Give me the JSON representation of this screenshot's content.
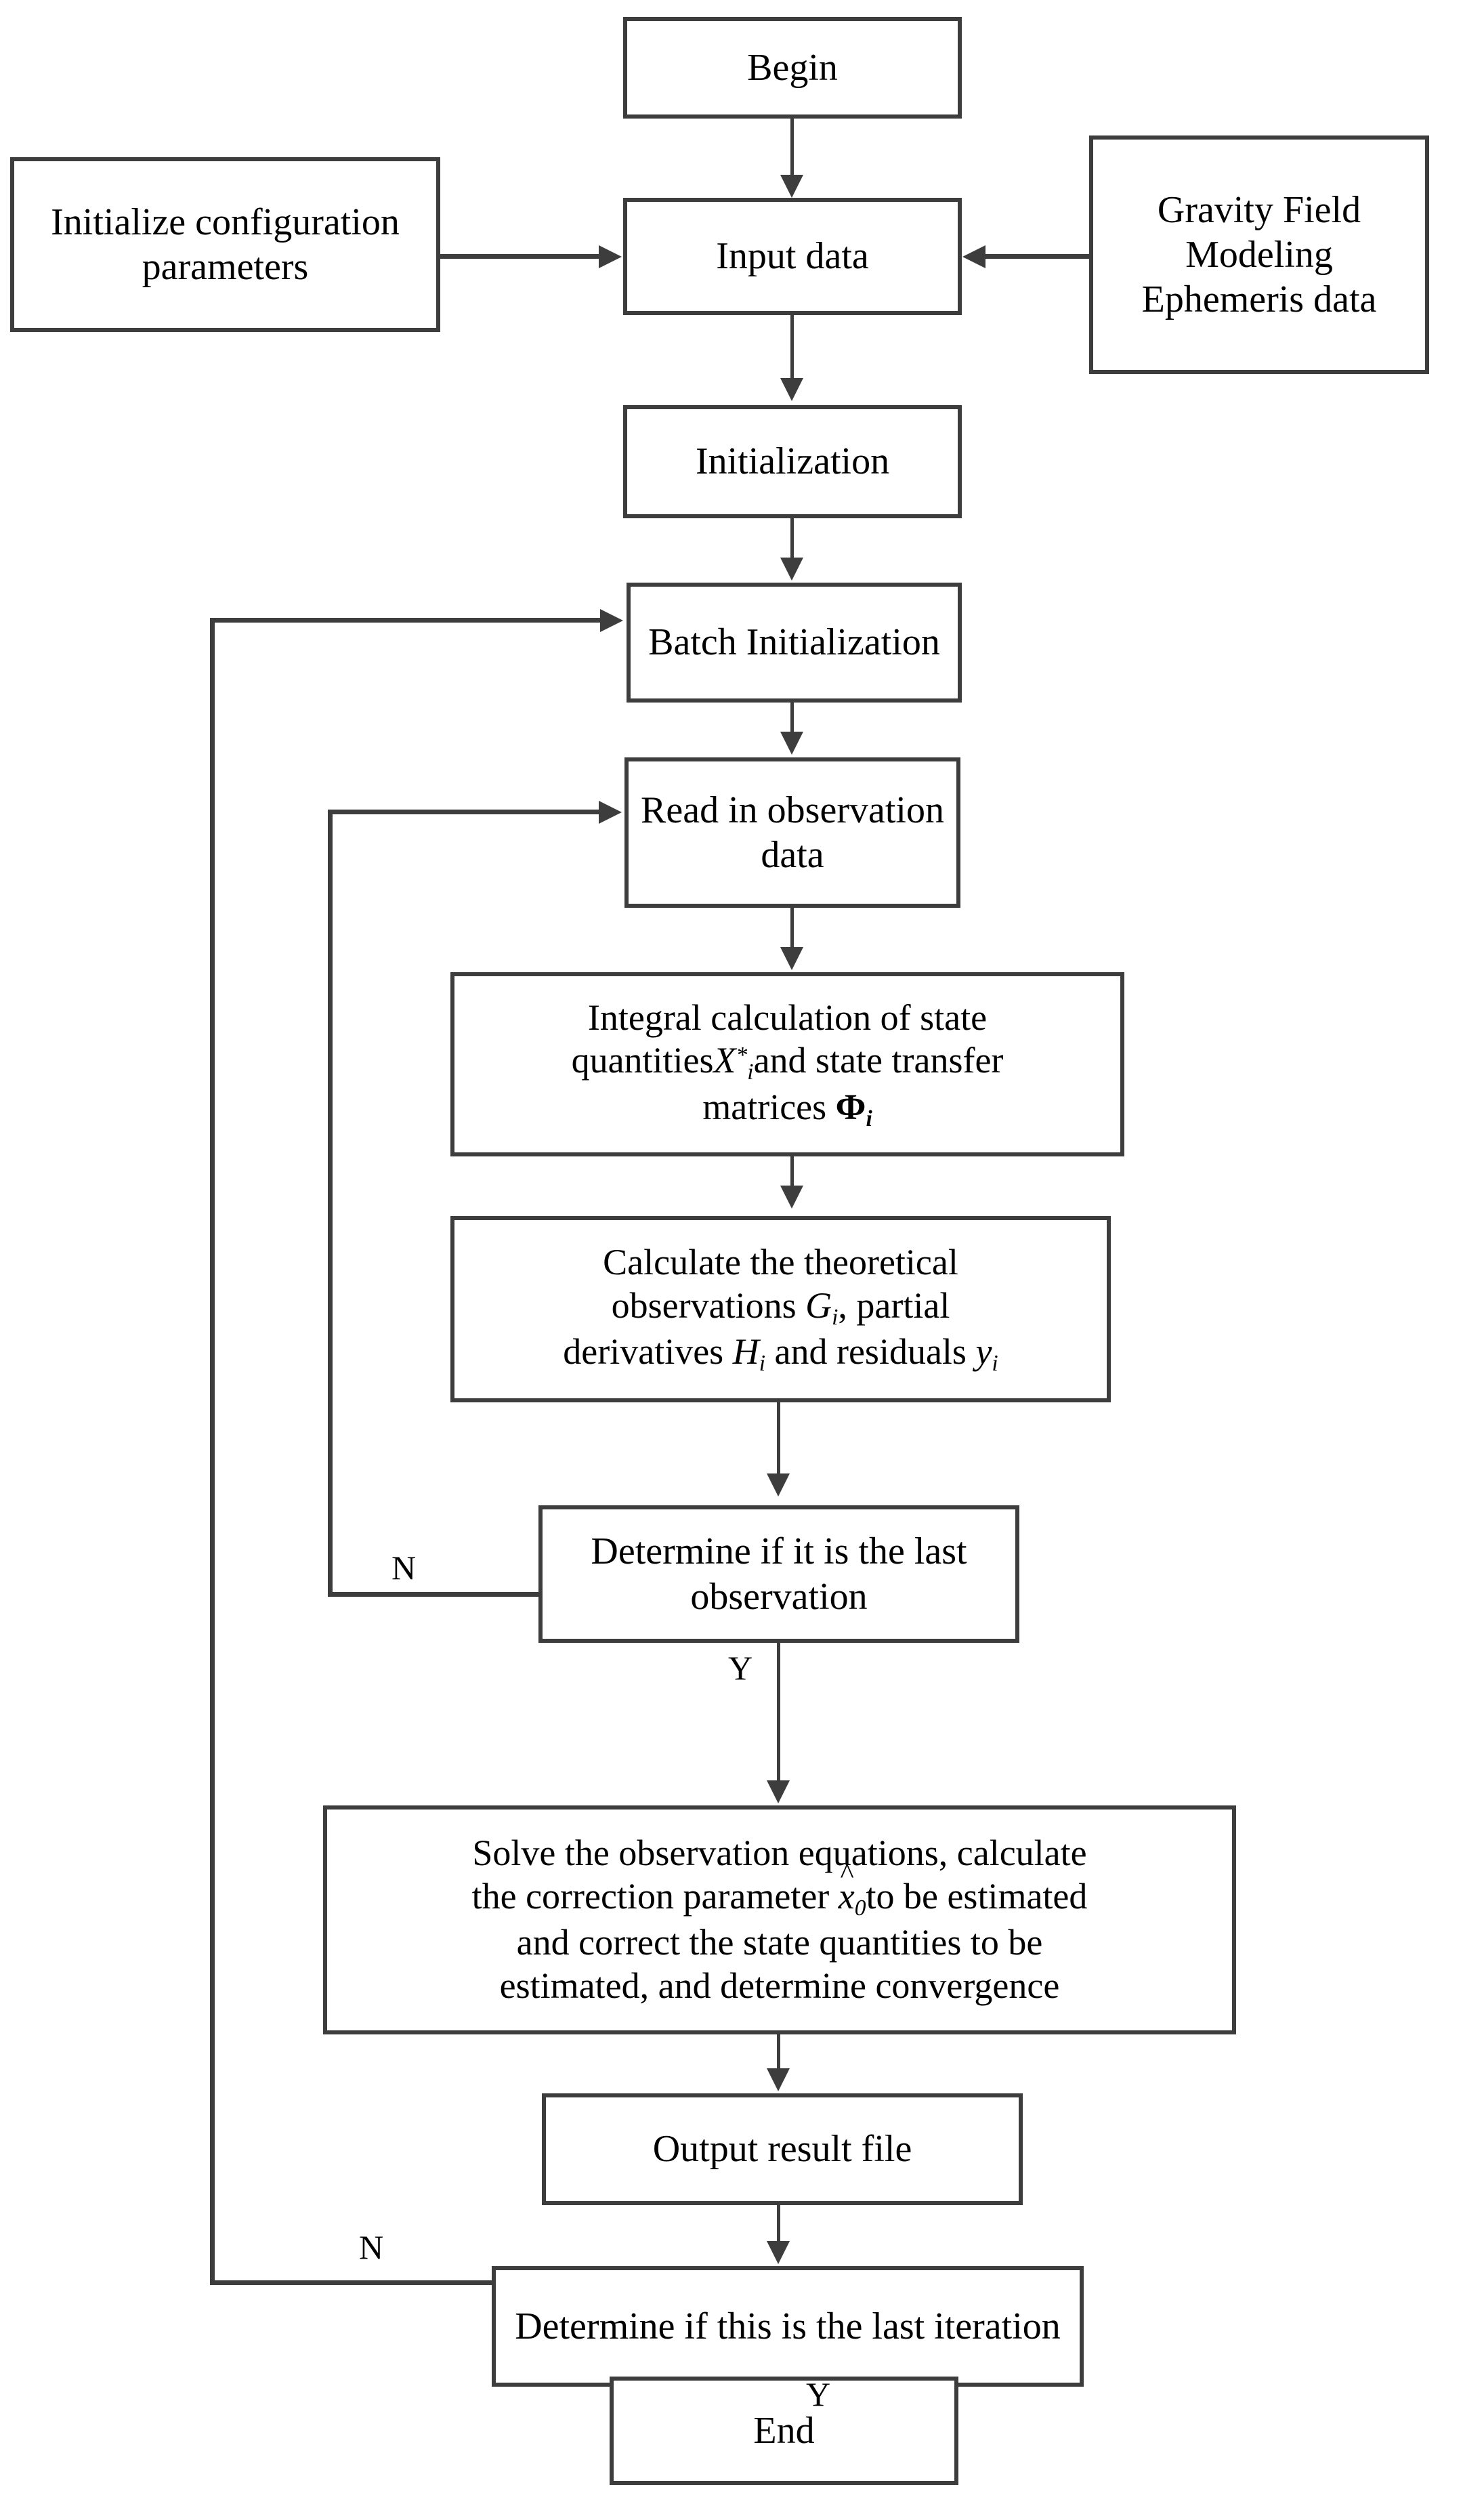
{
  "diagram": {
    "title": "Batch least squares orbit determination flowchart",
    "stroke_color": "#3d3d3d",
    "background_color": "#ffffff",
    "text_color": "#000000"
  },
  "nodes": {
    "begin": {
      "label": "Begin"
    },
    "init_config": {
      "label": "Initialize configuration parameters"
    },
    "input_data": {
      "label": "Input data"
    },
    "gravity": {
      "label": "Gravity Field Modeling Ephemeris data"
    },
    "initialization": {
      "label": "Initialization"
    },
    "batch_init": {
      "label": "Batch Initialization"
    },
    "read_obs": {
      "label": "Read in observation data"
    },
    "integral": {
      "line1": "Integral calculation of state",
      "line2_a": "quantities",
      "line2_var": "X",
      "line2_sup": "*",
      "line2_sub": "i",
      "line2_b": "and state transfer",
      "line3_a": "matrices",
      "line3_var": "Φ",
      "line3_sub": "i"
    },
    "calc_theoretical": {
      "line1": "Calculate the theoretical",
      "line2_a": "observations",
      "line2_var": "G",
      "line2_sub": "i",
      "line2_b": ",  partial",
      "line3_a": "derivatives",
      "line3_var": "H",
      "line3_sub": "i",
      "line3_b": "and residuals",
      "line3_var2": "y",
      "line3_sub2": "i"
    },
    "det_last_obs": {
      "label": "Determine if it is the last observation"
    },
    "solve": {
      "line1": "Solve the observation equations, calculate",
      "line2_a": "the correction parameter",
      "line2_var": "x",
      "line2_hat": "^",
      "line2_sub": "0",
      "line2_b": "to be estimated",
      "line3": "and correct the state quantities to be",
      "line4": "estimated, and determine convergence"
    },
    "output_result": {
      "label": "Output result file"
    },
    "det_last_iter": {
      "label": "Determine if this is the last iteration"
    },
    "end": {
      "label": "End"
    }
  },
  "edge_labels": {
    "obs_loop_n": "N",
    "obs_yes": "Y",
    "iter_loop_n": "N",
    "iter_yes": "Y"
  }
}
